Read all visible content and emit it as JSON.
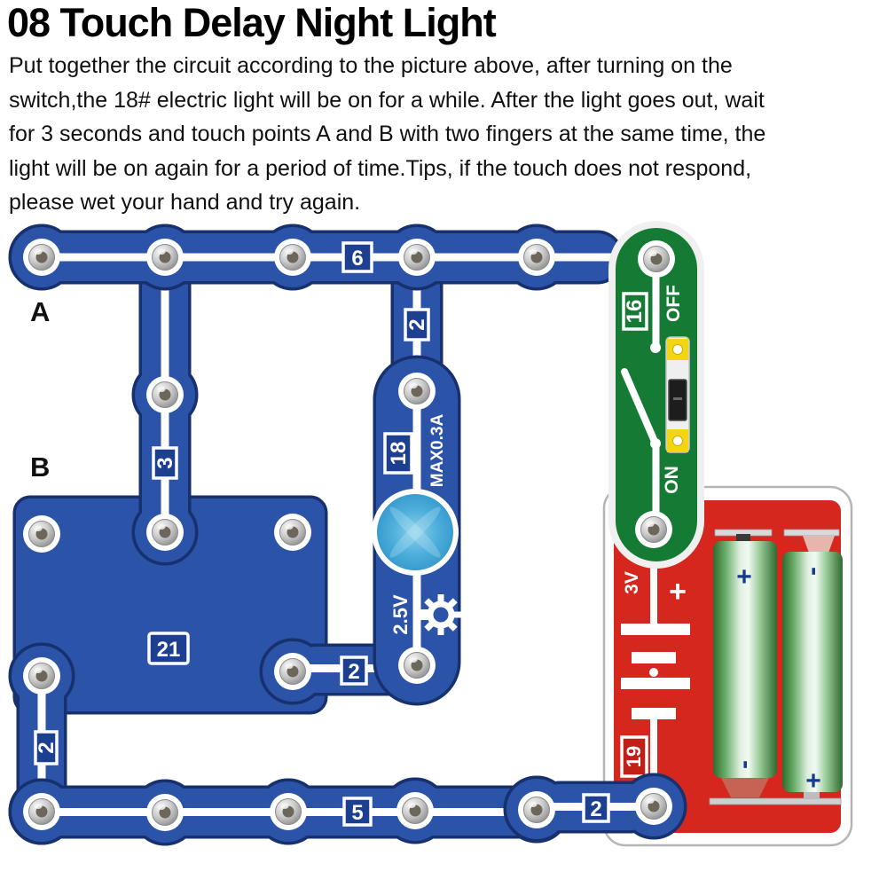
{
  "title": "08 Touch Delay Night Light",
  "description_lines": [
    "Put together the circuit according to the picture above, after turning on the",
    "switch,the 18# electric light will be on for a while. After the light goes out, wait",
    "for 3 seconds and touch points A and B with two fingers at the same time, the",
    "light  will be on again for a period of time.Tips, if the touch does not respond,",
    "please wet your hand and try again."
  ],
  "diagram": {
    "point_a": "A",
    "point_b": "B",
    "parts": {
      "wire6": "6",
      "wire2_vertical": "2",
      "wire3": "3",
      "wire2_middle": "2",
      "wire2_left": "2",
      "wire5": "5",
      "wire2_bottom": "2",
      "block21": "21",
      "lamp": {
        "id": "18",
        "max_current": "MAX0.3A",
        "voltage": "2.5V"
      },
      "switch": {
        "id": "16",
        "off": "OFF",
        "on": "ON"
      },
      "battery": {
        "id": "19",
        "voltage": "3V",
        "plus": "+",
        "bat_left_plus": "+",
        "bat_left_minus": "-",
        "bat_right_minus": "-",
        "bat_right_plus": "+"
      }
    },
    "colors": {
      "wire_blue": "#2b53a7",
      "wire_outline": "#17306e",
      "label_blue": "#1d3f8f",
      "switch_green": "#157a33",
      "battery_red": "#d6271f",
      "contact_yellow": "#f3d513",
      "lamp_lens_blue": "#4fb0dc",
      "battery_cell_green": "#63a963"
    }
  }
}
